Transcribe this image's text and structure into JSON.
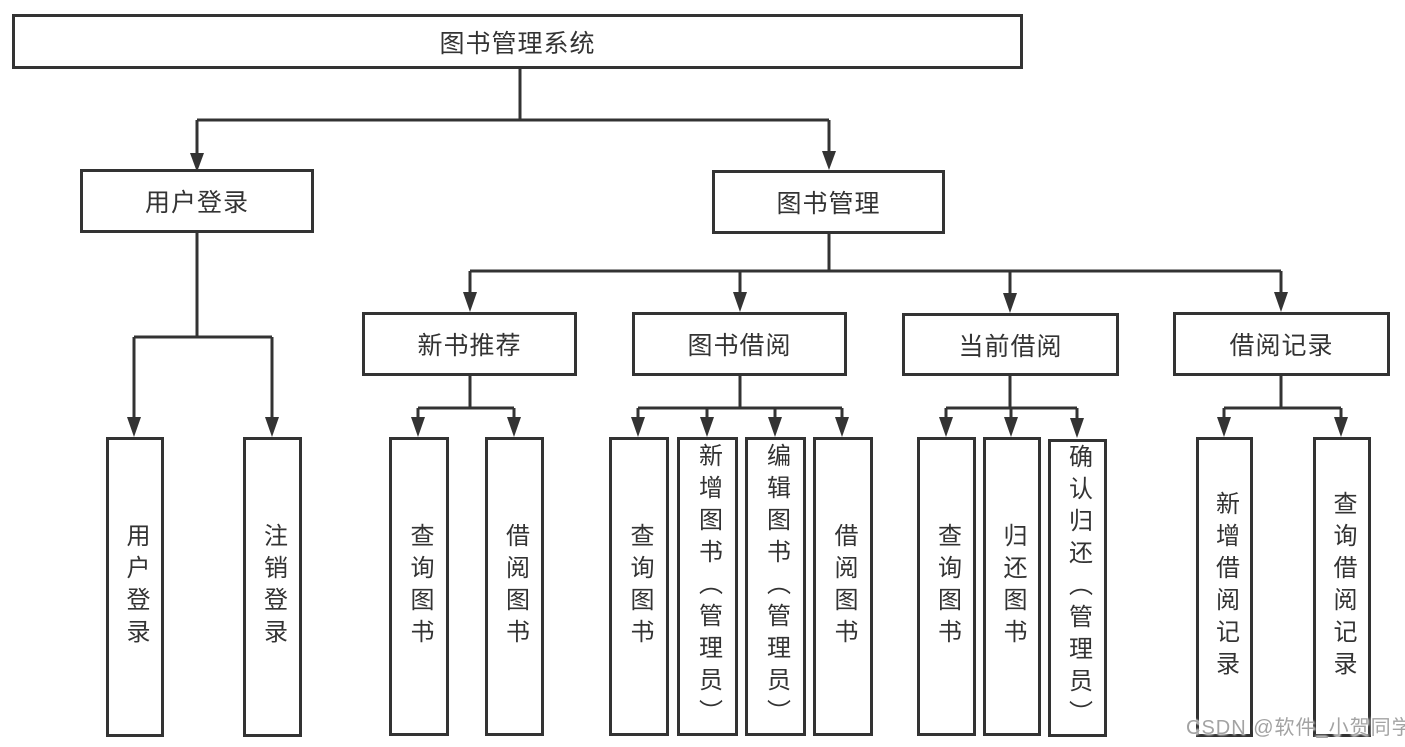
{
  "diagram": {
    "tree": {
      "label": "图书管理系统",
      "children": [
        {
          "label": "用户登录",
          "children": [
            {
              "label": "用户登录"
            },
            {
              "label": "注销登录"
            }
          ]
        },
        {
          "label": "图书管理",
          "children": [
            {
              "label": "新书推荐",
              "children": [
                {
                  "label": "查询图书"
                },
                {
                  "label": "借阅图书"
                }
              ]
            },
            {
              "label": "图书借阅",
              "children": [
                {
                  "label": "查询图书"
                },
                {
                  "label": "新增图书（管理员）"
                },
                {
                  "label": "编辑图书（管理员）"
                },
                {
                  "label": "借阅图书"
                }
              ]
            },
            {
              "label": "当前借阅",
              "children": [
                {
                  "label": "查询图书"
                },
                {
                  "label": "归还图书"
                },
                {
                  "label": "确认归还（管理员）"
                }
              ]
            },
            {
              "label": "借阅记录",
              "children": [
                {
                  "label": "新增借阅记录"
                },
                {
                  "label": "查询借阅记录"
                }
              ]
            }
          ]
        }
      ]
    }
  },
  "watermark": {
    "text": "CSDN @软件_小贺同学"
  },
  "colors": {
    "line": "#333333",
    "text": "#333333",
    "node_background": "#ffffff",
    "watermark": "#a3a3a3",
    "background": "#ffffff"
  }
}
